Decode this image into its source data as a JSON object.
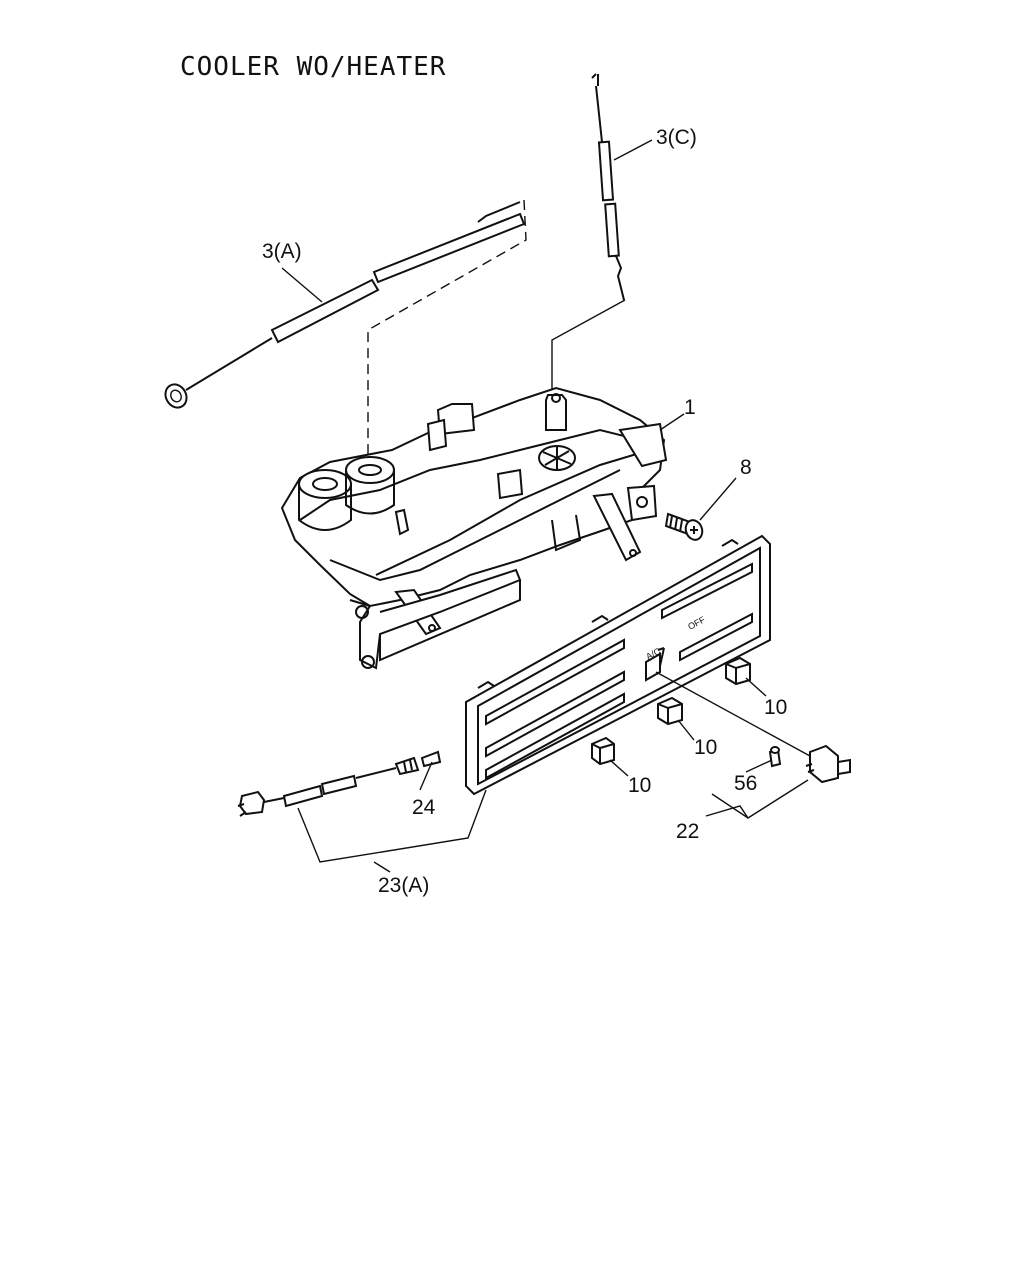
{
  "title": "COOLER WO/HEATER",
  "labels": {
    "l1": "1",
    "l3a": "3(A)",
    "l3c": "3(C)",
    "l8": "8",
    "l10a": "10",
    "l10b": "10",
    "l10c": "10",
    "l22": "22",
    "l23a": "23(A)",
    "l24": "24",
    "l56": "56"
  },
  "panel_marks": {
    "off": "OFF",
    "ac": "A/C"
  }
}
